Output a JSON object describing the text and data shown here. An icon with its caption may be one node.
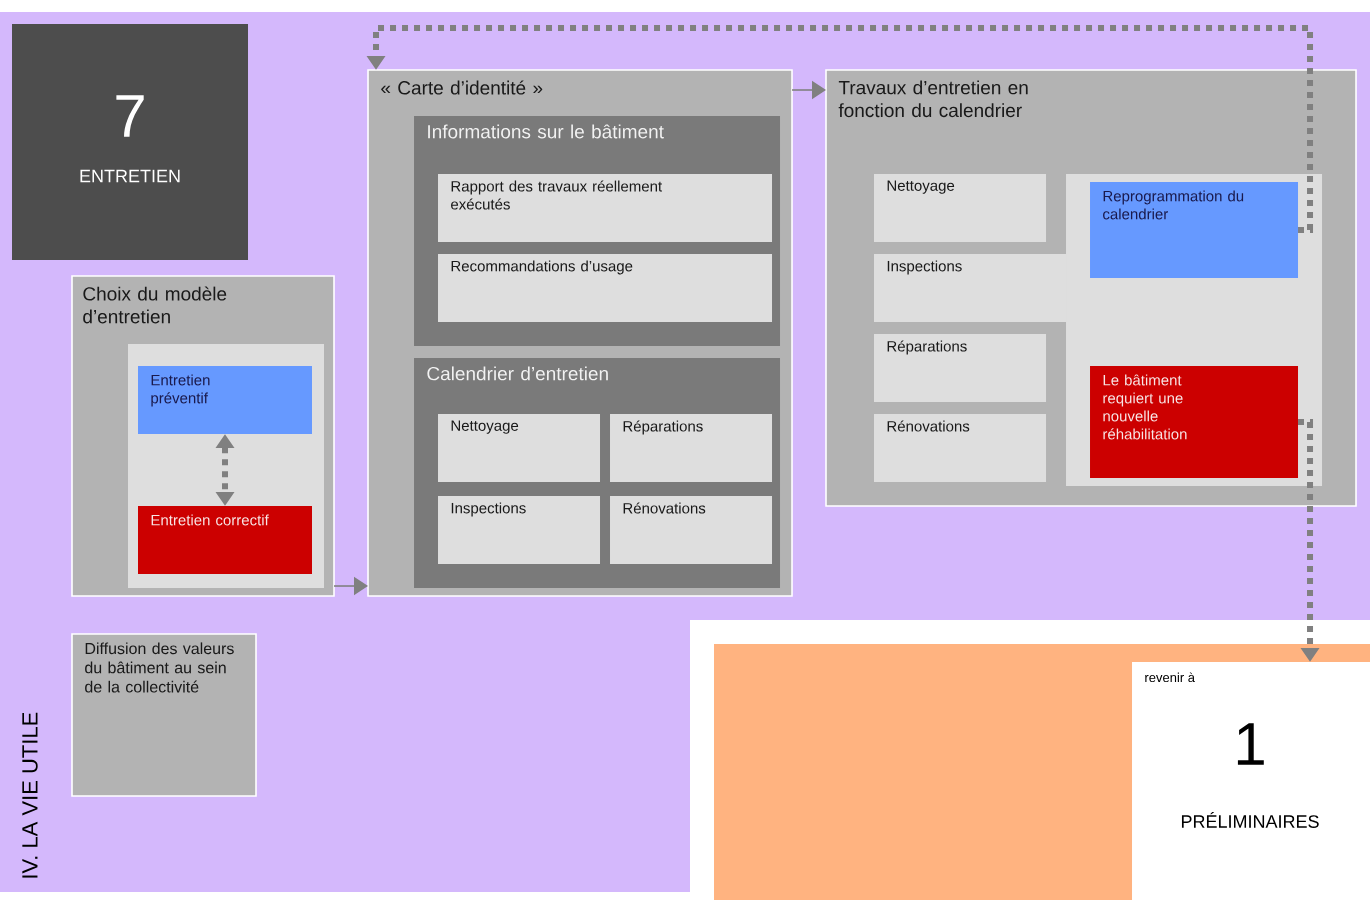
{
  "diagram": {
    "nodes": [
      {
        "text": [
          "7",
          "ENTRETIEN"
        ]
      },
      {
        "text": [
          "Choix du modèle d’entretien"
        ]
      },
      {
        "text": [
          "Entretien préventif"
        ],
        "in": 1
      },
      {
        "text": [
          "Entretien correctif"
        ],
        "in": 1
      },
      {
        "text": [
          "« Carte d’identité »"
        ]
      },
      {
        "text": [
          "Informations sur le bâtiment"
        ],
        "in": 4
      },
      {
        "text": [
          "Rapport des travaux réellement exécutés"
        ],
        "in": 5
      },
      {
        "text": [
          "Recommandations d’usage"
        ],
        "in": 5
      },
      {
        "text": [
          "Calendrier d’entretien"
        ],
        "in": 4
      },
      {
        "text": [
          "Nettoyage"
        ],
        "in": 8
      },
      {
        "text": [
          "Réparations"
        ],
        "in": 8
      },
      {
        "text": [
          "Inspections"
        ],
        "in": 8
      },
      {
        "text": [
          "Rénovations"
        ],
        "in": 8
      },
      {
        "text": [
          "Travaux d’entretien en fonction du calendrier"
        ]
      },
      {
        "text": [
          "Nettoyage"
        ],
        "in": 13
      },
      {
        "text": [
          "Inspections"
        ],
        "in": 13
      },
      {
        "text": [
          "Réparations"
        ],
        "in": 13
      },
      {
        "text": [
          "Rénovations"
        ],
        "in": 13
      },
      {
        "text": [
          "Reprogrammation du calendrier"
        ],
        "in": 13
      },
      {
        "text": [
          "Le bâtiment requiert une nouvelle réhabilitation"
        ],
        "in": 13
      },
      {
        "text": [
          "Diffusion des valeurs du bâtiment au sein de la collectivité"
        ]
      },
      {
        "text": [
          "revenir à",
          "1",
          "PRÉLIMINAIRES"
        ]
      }
    ],
    "edges": [
      {
        "from": 2,
        "to": 3,
        "arrow": "both",
        "style": "dashed"
      },
      {
        "from": 1,
        "to": 4,
        "arrow": "to"
      },
      {
        "from": 4,
        "to": 13,
        "arrow": "to"
      },
      {
        "from": 18,
        "to": 4,
        "arrow": "to",
        "style": "dashed"
      },
      {
        "from": 19,
        "to": 21,
        "arrow": "to",
        "style": "dashed"
      }
    ],
    "labels": [
      "IV. LA VIE UTILE"
    ]
  }
}
